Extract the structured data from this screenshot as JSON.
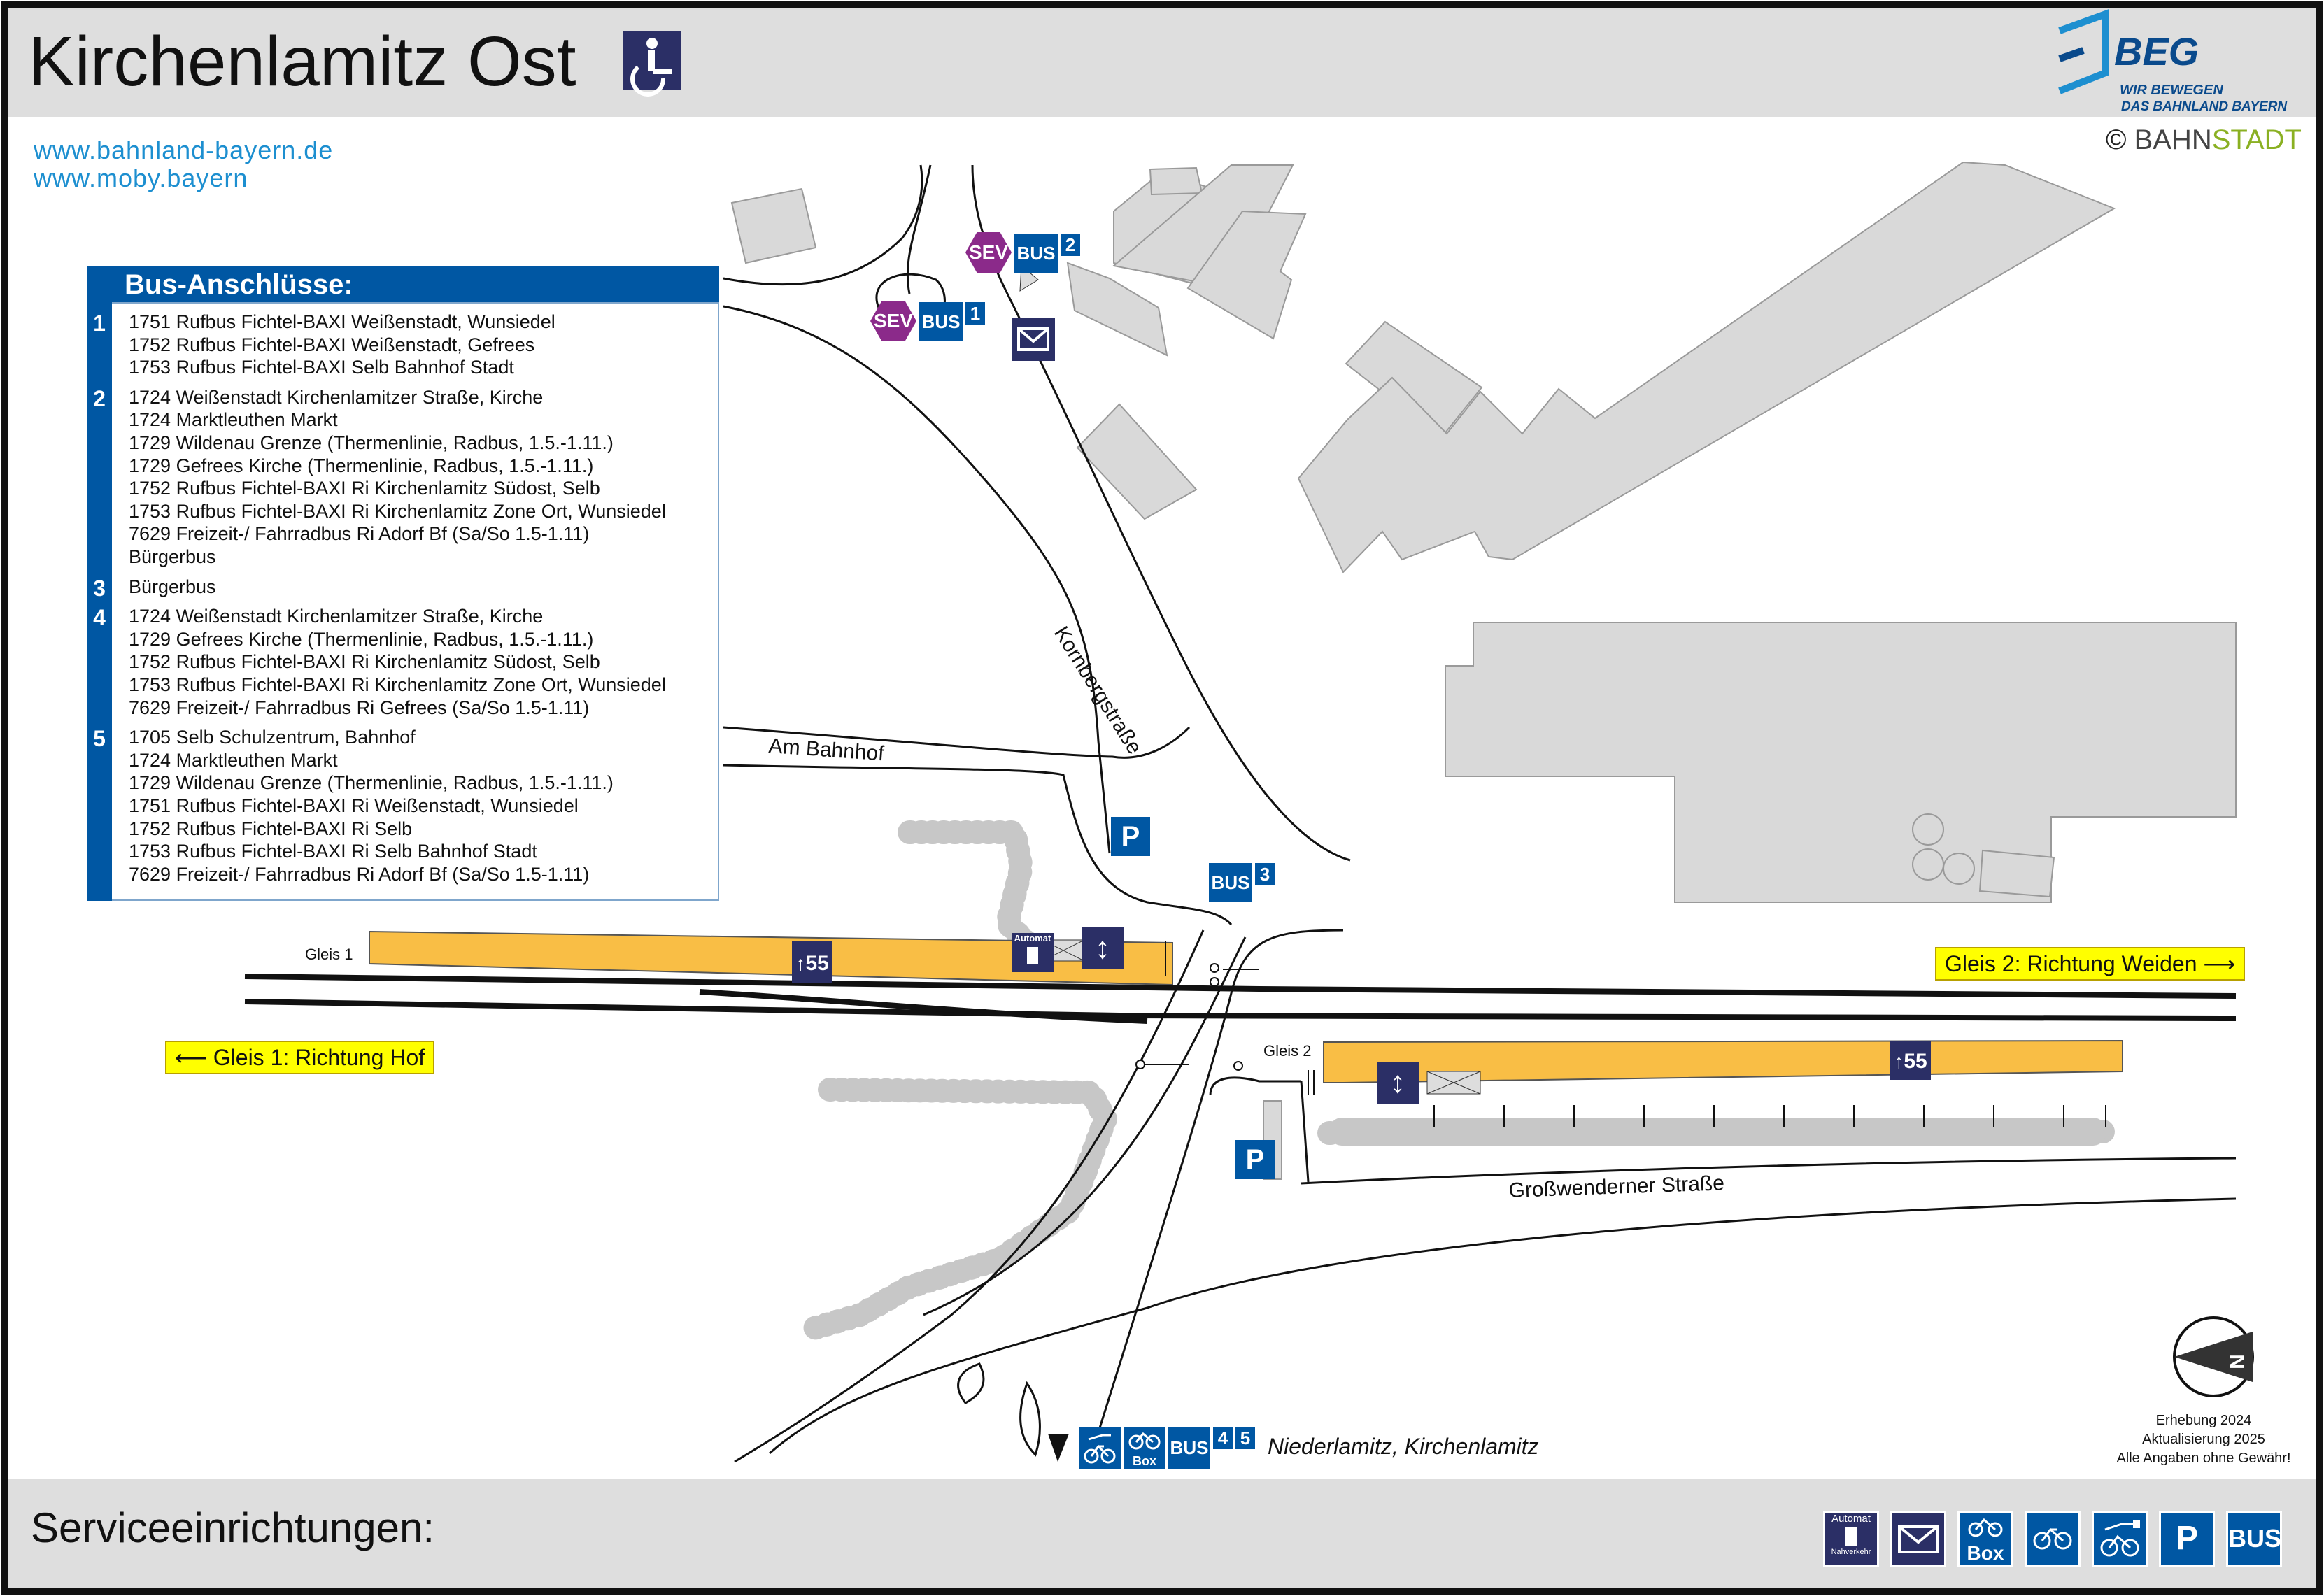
{
  "header": {
    "title": "Kirchenlamitz Ost",
    "accessibility_icon": "wheelchair-icon",
    "logo": {
      "brand": "BEG",
      "tagline_1": "WIR BEWEGEN",
      "tagline_2": "DAS BAHNLAND BAYERN"
    },
    "links": [
      "www.bahnland-bayern.de",
      "www.moby.bayern"
    ],
    "copyright": {
      "symbol": "©",
      "part1": "BAHN",
      "part2": "STADT"
    }
  },
  "bus_connections": {
    "title": "Bus-Anschlüsse:",
    "stops": [
      {
        "number": "1",
        "lines": [
          "1751 Rufbus Fichtel-BAXI Weißenstadt, Wunsiedel",
          "1752 Rufbus Fichtel-BAXI Weißenstadt, Gefrees",
          "1753 Rufbus Fichtel-BAXI Selb Bahnhof Stadt"
        ]
      },
      {
        "number": "2",
        "lines": [
          "1724 Weißenstadt Kirchenlamitzer Straße, Kirche",
          "1724 Marktleuthen Markt",
          "1729 Wildenau Grenze (Thermenlinie, Radbus, 1.5.-1.11.)",
          "1729 Gefrees Kirche (Thermenlinie, Radbus, 1.5.-1.11.)",
          "1752 Rufbus Fichtel-BAXI Ri Kirchenlamitz Südost, Selb",
          "1753 Rufbus Fichtel-BAXI Ri Kirchenlamitz Zone Ort, Wunsiedel",
          "7629 Freizeit-/ Fahrradbus Ri Adorf Bf (Sa/So 1.5-1.11)",
          "Bürgerbus"
        ]
      },
      {
        "number": "3",
        "lines": [
          "Bürgerbus"
        ]
      },
      {
        "number": "4",
        "lines": [
          "1724 Weißenstadt Kirchenlamitzer Straße, Kirche",
          "1729 Gefrees Kirche (Thermenlinie, Radbus, 1.5.-1.11.)",
          "1752 Rufbus Fichtel-BAXI Ri Kirchenlamitz Südost, Selb",
          "1753 Rufbus Fichtel-BAXI Ri Kirchenlamitz Zone Ort, Wunsiedel",
          "7629 Freizeit-/ Fahrradbus Ri Gefrees (Sa/So 1.5-1.11)"
        ]
      },
      {
        "number": "5",
        "lines": [
          "1705 Selb Schulzentrum, Bahnhof",
          "1724 Marktleuthen Markt",
          "1729 Wildenau Grenze (Thermenlinie, Radbus, 1.5.-1.11.)",
          "1751 Rufbus Fichtel-BAXI Ri Weißenstadt, Wunsiedel",
          "1752 Rufbus Fichtel-BAXI Ri Selb",
          "1753 Rufbus Fichtel-BAXI Ri Selb Bahnhof Stadt",
          "7629 Freizeit-/ Fahrradbus Ri Adorf Bf (Sa/So 1.5-1.11)"
        ]
      }
    ]
  },
  "map": {
    "streets": {
      "kornberg": "Kornbergstraße",
      "am_bahnhof": "Am Bahnhof",
      "grosswendern": "Großwenderner Straße"
    },
    "platforms": {
      "gleis1": "Gleis 1",
      "gleis2": "Gleis 2",
      "gleis1_height": "55",
      "gleis2_height": "55"
    },
    "directions": {
      "gleis1": "Gleis 1: Richtung Hof",
      "gleis2": "Gleis 2: Richtung Weiden"
    },
    "bus_labels": {
      "bus": "BUS",
      "sev": "SEV",
      "stop1": "1",
      "stop2": "2",
      "stop3": "3",
      "stop4": "4",
      "stop5": "5"
    },
    "parking": "P",
    "ticket_machine": "Automat",
    "bike_box": "Box",
    "destination": "Niederlamitz, Kirchenlamitz",
    "credits": [
      "Erhebung 2024",
      "Aktualisierung 2025",
      "Alle Angaben ohne Gewähr!"
    ],
    "compass_letter": "N"
  },
  "footer": {
    "title": "Serviceeinrichtungen:",
    "legend": [
      {
        "icon": "ticket-machine-icon",
        "label_top": "Automat",
        "label_bottom": "Nahverkehr"
      },
      {
        "icon": "mailbox-icon"
      },
      {
        "icon": "bike-box-icon",
        "label": "Box"
      },
      {
        "icon": "bike-parking-icon"
      },
      {
        "icon": "e-bike-charging-icon"
      },
      {
        "icon": "parking-icon",
        "label": "P"
      },
      {
        "icon": "bus-icon",
        "label": "BUS"
      }
    ]
  },
  "colors": {
    "brand_blue": "#0057a3",
    "navy": "#2b2f66",
    "platform": "#f9be45",
    "direction_yellow": "#ffff00",
    "sev_purple": "#8b2a8a",
    "building_gray": "#d9d9d9",
    "header_gray": "#dedede"
  }
}
